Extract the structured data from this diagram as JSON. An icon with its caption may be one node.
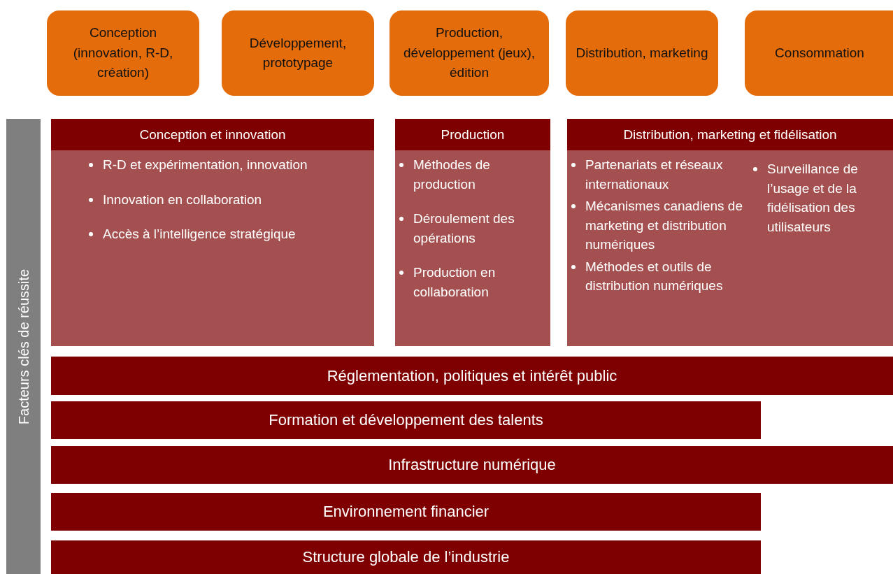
{
  "diagram": {
    "nodes": [
      {
        "text": [
          "Conception (innovation, R-D, création)"
        ]
      },
      {
        "text": [
          "Développement, prototypage"
        ]
      },
      {
        "text": [
          "Production, développement (jeux), édition"
        ]
      },
      {
        "text": [
          "Distribution, marketing"
        ]
      },
      {
        "text": [
          "Consommation"
        ]
      },
      {
        "text": [
          "Facteurs clés de réussite"
        ]
      },
      {
        "text": [
          "Conception et innovation",
          "R-D et expérimentation, innovation",
          "Innovation en collaboration",
          "Accès à l’intelligence stratégique"
        ]
      },
      {
        "text": [
          "Production",
          "Méthodes de production",
          "Déroulement des opérations",
          "Production en collaboration"
        ]
      },
      {
        "text": [
          "Distribution, marketing et fidélisation",
          "Partenariats et réseaux internationaux",
          "Mécanismes canadiens de marketing et distribution numériques",
          "Méthodes et outils de distribution numériques",
          "Surveillance de l’usage et de la fidélisation des utilisateurs"
        ]
      },
      {
        "text": [
          "Réglementation, politiques et intérêt public"
        ]
      },
      {
        "text": [
          "Formation et développement des talents"
        ]
      },
      {
        "text": [
          "Infrastructure numérique"
        ]
      },
      {
        "text": [
          "Environnement financier"
        ]
      },
      {
        "text": [
          "Structure globale de l’industrie"
        ]
      }
    ]
  }
}
